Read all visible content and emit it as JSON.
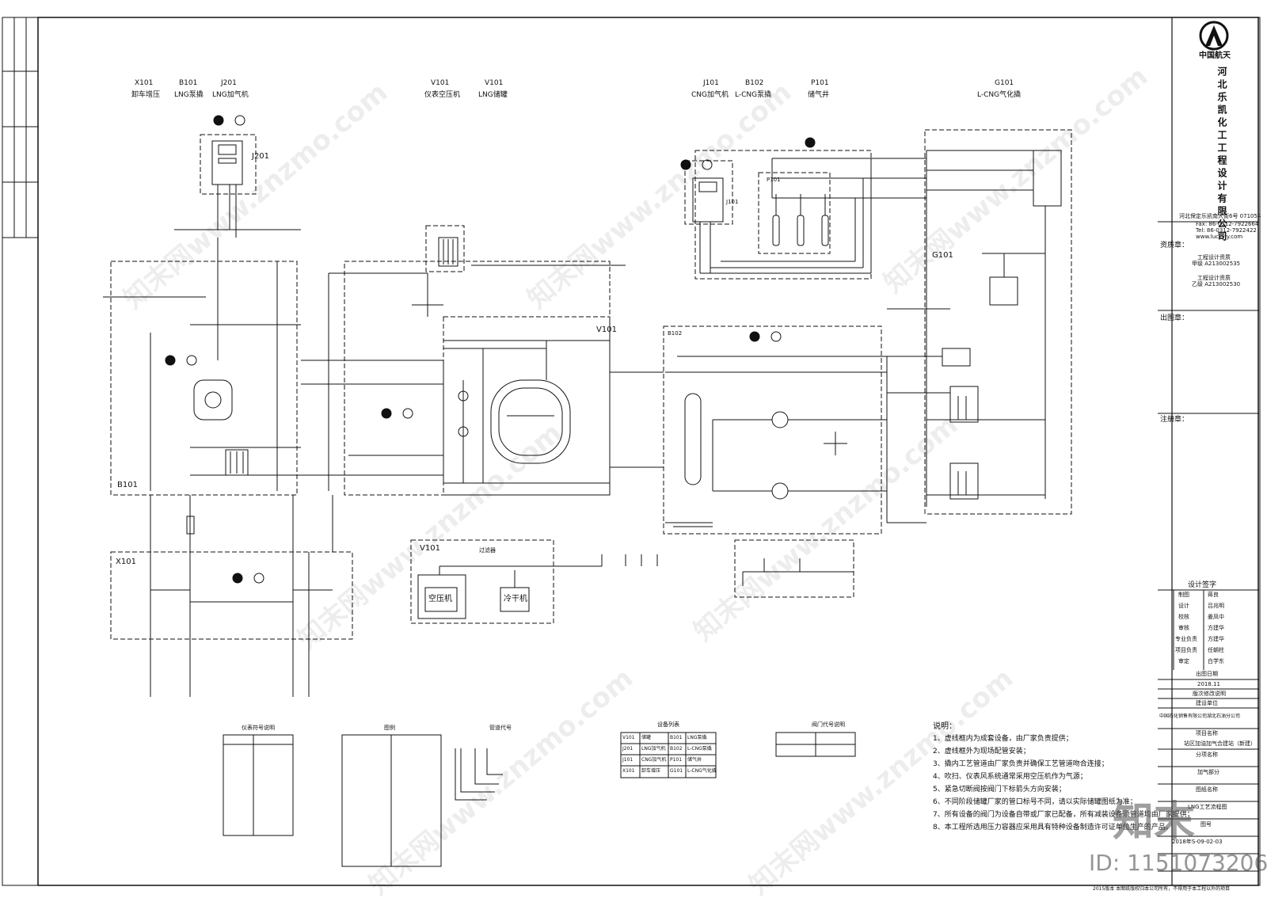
{
  "equipment_tags": [
    {
      "code": "X101",
      "name": "卸车增压"
    },
    {
      "code": "B101",
      "name": "LNG泵撬"
    },
    {
      "code": "J201",
      "name": "LNG加气机"
    },
    {
      "code": "V101",
      "name": "仪表空压机"
    },
    {
      "code": "V101",
      "name": "LNG储罐"
    },
    {
      "code": "J101",
      "name": "CNG加气机"
    },
    {
      "code": "B102",
      "name": "L-CNG泵撬"
    },
    {
      "code": "P101",
      "name": "储气井"
    },
    {
      "code": "G101",
      "name": "L-CNG气化撬"
    }
  ],
  "area_labels": {
    "b101": "B101",
    "x101": "X101",
    "v101_box": "V101",
    "v101_air": "V101",
    "g101": "G101",
    "j101": "J101",
    "p101": "P101",
    "j201": "J201",
    "b102": "B102"
  },
  "equipment_labels": {
    "air_compressor": "空压机",
    "dryer": "冷干机",
    "filter": "过滤器"
  },
  "company": {
    "logo_text": "中国航天",
    "name": "河北乐凯化工工程设计有限公司",
    "address": "河北保定乐凯南大街6号 071054",
    "fax": "Fax: 86-0312-7922664",
    "tel": "Tel: 86-0312-7922422",
    "web": "www.luckyjy.com"
  },
  "title_block": {
    "cert_label": "资质章：",
    "cert1": "工程设计资质",
    "cert1_no": "甲级 A213002535",
    "cert2": "工程设计资质",
    "cert2_no": "乙级 A213002530",
    "publish_label": "出图章：",
    "reg_label": "注册章：",
    "sign_title": "设计签字",
    "rows": [
      {
        "role": "制图",
        "name": "蒋良"
      },
      {
        "role": "设计",
        "name": "吕兆明"
      },
      {
        "role": "校核",
        "name": "姜凤中"
      },
      {
        "role": "审核",
        "name": "方建华"
      },
      {
        "role": "专业负责",
        "name": "方建华"
      },
      {
        "role": "项目负责",
        "name": "任朝柱"
      },
      {
        "role": "审定",
        "name": "白学东"
      }
    ],
    "date_label": "出图日期",
    "date": "2018.11",
    "revision_label": "版次修改说明",
    "client_label": "建设单位",
    "client": "中国石化销售有限公司湖北石油分公司",
    "project_label": "项目名称",
    "project": "站区加油加气合建站（新建）",
    "subproject_label": "分项名称",
    "subproject": "加气部分",
    "drawing_label": "图纸名称",
    "drawing": "LNG工艺流程图",
    "number_label": "图号",
    "number": "2018年S-09-02-03"
  },
  "notes": {
    "heading": "说明：",
    "items": [
      "1、虚线框内为成套设备，由厂家负责提供；",
      "2、虚线框外为现场配管安装；",
      "3、撬内工艺管道由厂家负责并确保工艺管道吻合连接；",
      "4、吹扫、仪表风系统通常采用空压机作为气源；",
      "5、紧急切断阀按阀门下标箭头方向安装；",
      "6、不同阶段储罐厂家的管口标号不同，请以实际储罐图纸为准；",
      "7、所有设备的阀门为设备自带或厂家已配备，所有减装设备须管道均由厂家提供；",
      "8、本工程所选用压力容器应采用具有特种设备制造许可证单位生产的产品。"
    ]
  },
  "legend_tables": {
    "instrument_title": "仪表符号说明",
    "valve_title": "图例",
    "pipe_code_title": "管道代号",
    "equipment_title": "设备列表",
    "nozzle_title": "阀门代号说明",
    "equipment_rows": [
      [
        "V101",
        "储罐",
        "B101",
        "LNG泵撬"
      ],
      [
        "J201",
        "LNG加气机",
        "B102",
        "L-CNG泵撬"
      ],
      [
        "J101",
        "CNG加气机",
        "P101",
        "储气井"
      ],
      [
        "X101",
        "卸车增压",
        "G101",
        "L-CNG气化撬"
      ]
    ]
  },
  "footer": {
    "line": "2015版本 本图纸版权归本公司所有，不得用于本工程以外的项目"
  },
  "watermark": {
    "brand": "知末",
    "id": "ID: 1151073206",
    "site": "知末网www.znzmo.com"
  }
}
